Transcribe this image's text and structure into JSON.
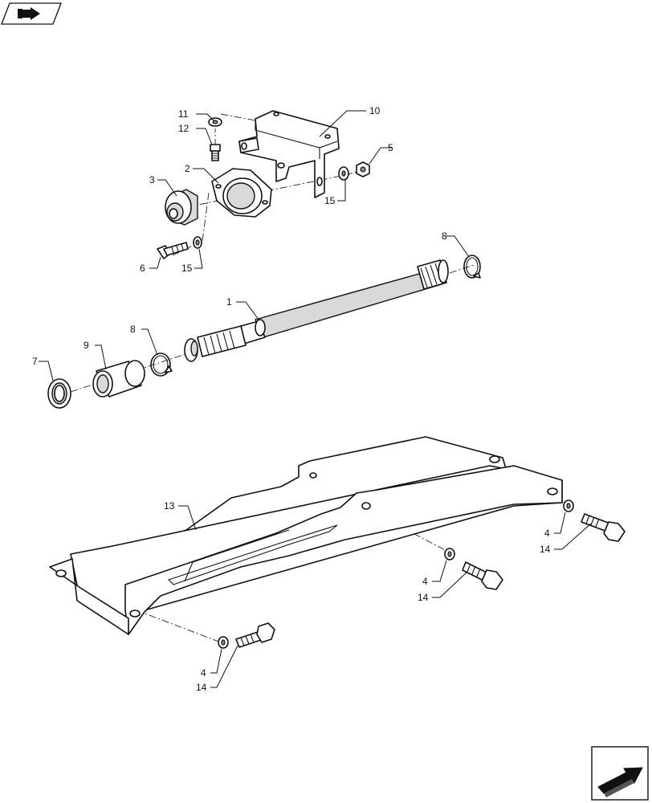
{
  "nav_icons": {
    "top_left": "previous-page-arrow-icon",
    "bottom_right": "next-page-arrow-icon"
  },
  "parts": {
    "p1": "1",
    "p2": "2",
    "p3": "3",
    "p4a": "4",
    "p4b": "4",
    "p4c": "4",
    "p5": "5",
    "p6": "6",
    "p7": "7",
    "p8a": "8",
    "p8b": "8",
    "p9": "9",
    "p10": "10",
    "p11": "11",
    "p12": "12",
    "p13": "13",
    "p14a": "14",
    "p14b": "14",
    "p14c": "14",
    "p15a": "15",
    "p15b": "15"
  }
}
